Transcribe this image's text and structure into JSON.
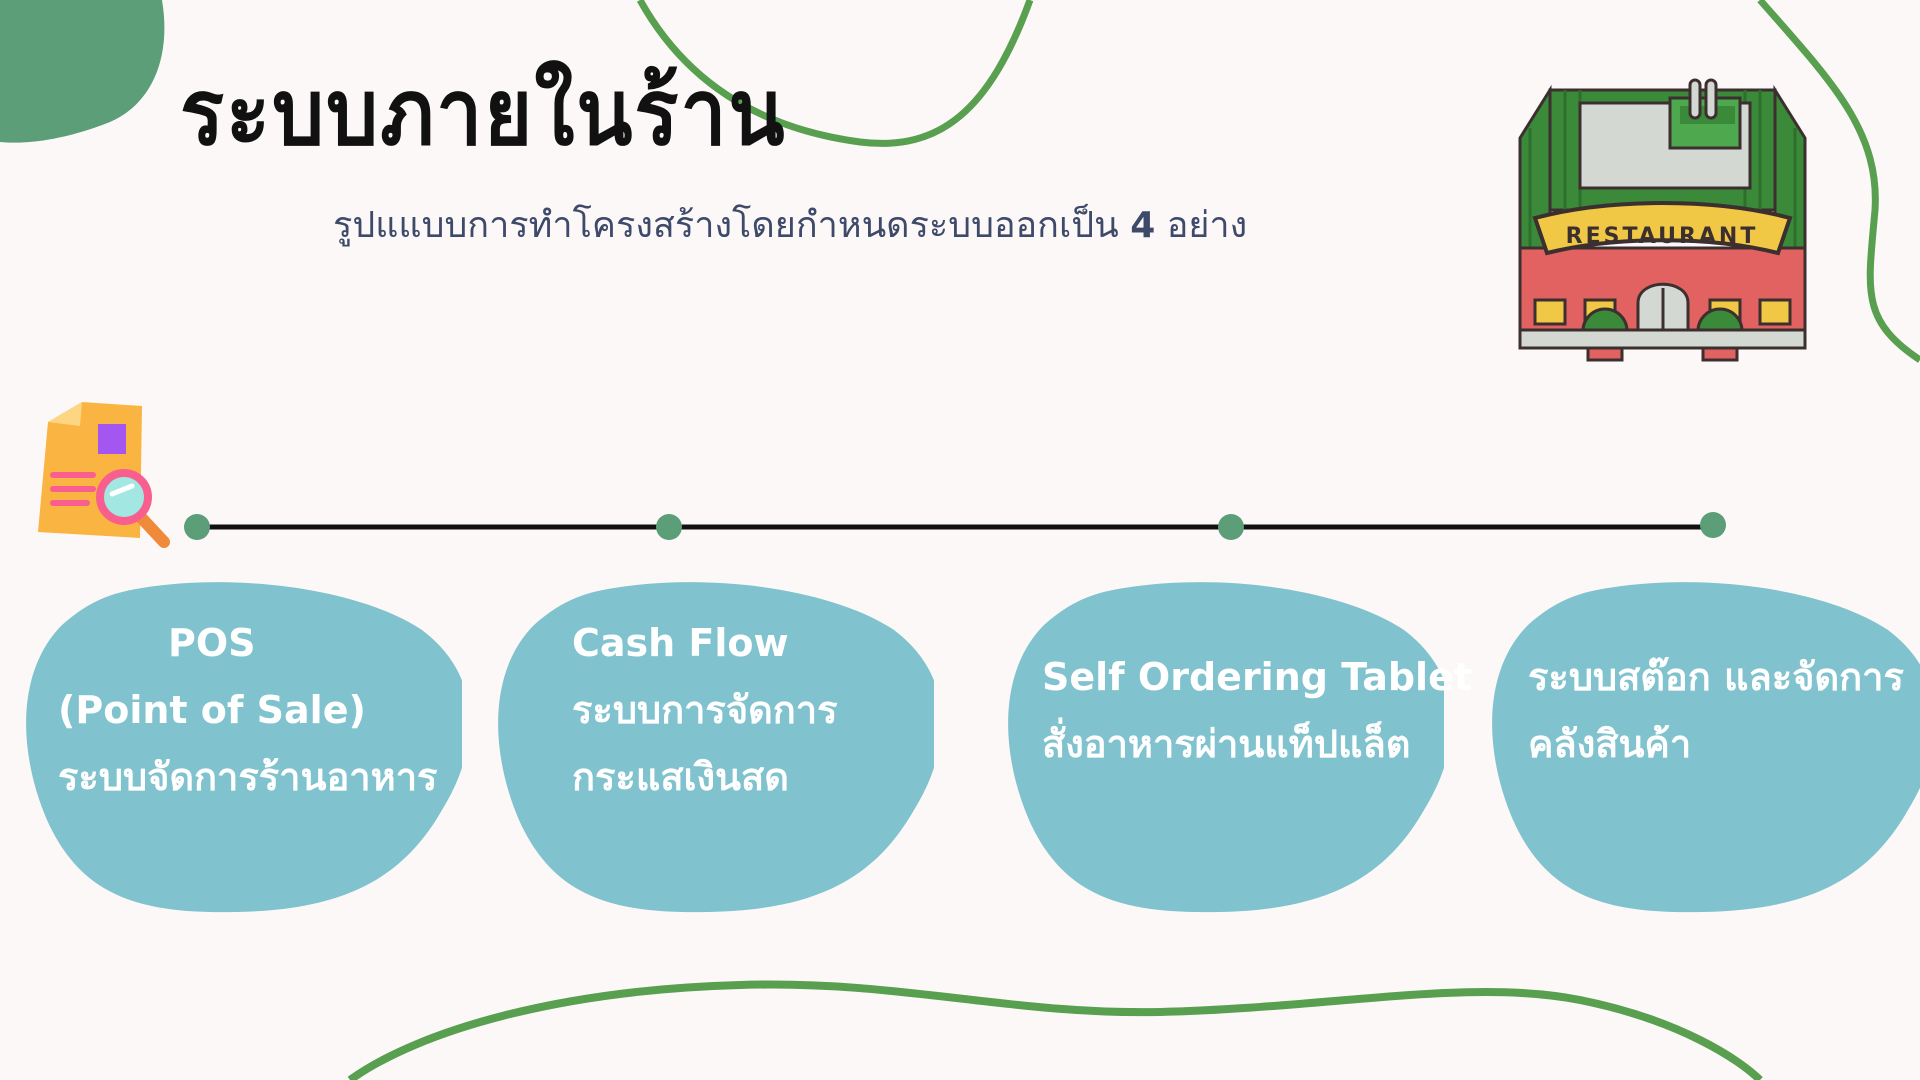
{
  "slide": {
    "title": "ระบบภายในร้าน",
    "subtitle_text": "รูปแแบบการทำโครงสร้างโดยกำหนดระบบออกเป็น",
    "subtitle_number": "4",
    "subtitle_suffix": "อย่าง"
  },
  "restaurant_sign": "RESTAURANT",
  "systems": [
    {
      "line1": "POS",
      "line2": "(Point of Sale)",
      "line3": "ระบบจัดการร้านอาหาร"
    },
    {
      "line1": "Cash Flow",
      "line2": "ระบบการจัดการ",
      "line3": "กระแสเงินสด"
    },
    {
      "line1": "Self Ordering Tablet",
      "line2": "สั่งอาหารผ่านแท็ปแล็ต"
    },
    {
      "line1": "ระบบสต๊อก และจัดการ",
      "line2": "คลังสินค้า"
    }
  ],
  "colors": {
    "background": "#fdf8f8",
    "accent_green": "#5c9e78",
    "line_green": "#58a050",
    "blob_blue": "#80c3cf",
    "title_black": "#111111",
    "subtitle_navy": "#3e4a6a"
  },
  "icons": {
    "top_right": "restaurant-building-icon",
    "timeline_start": "document-search-icon"
  }
}
